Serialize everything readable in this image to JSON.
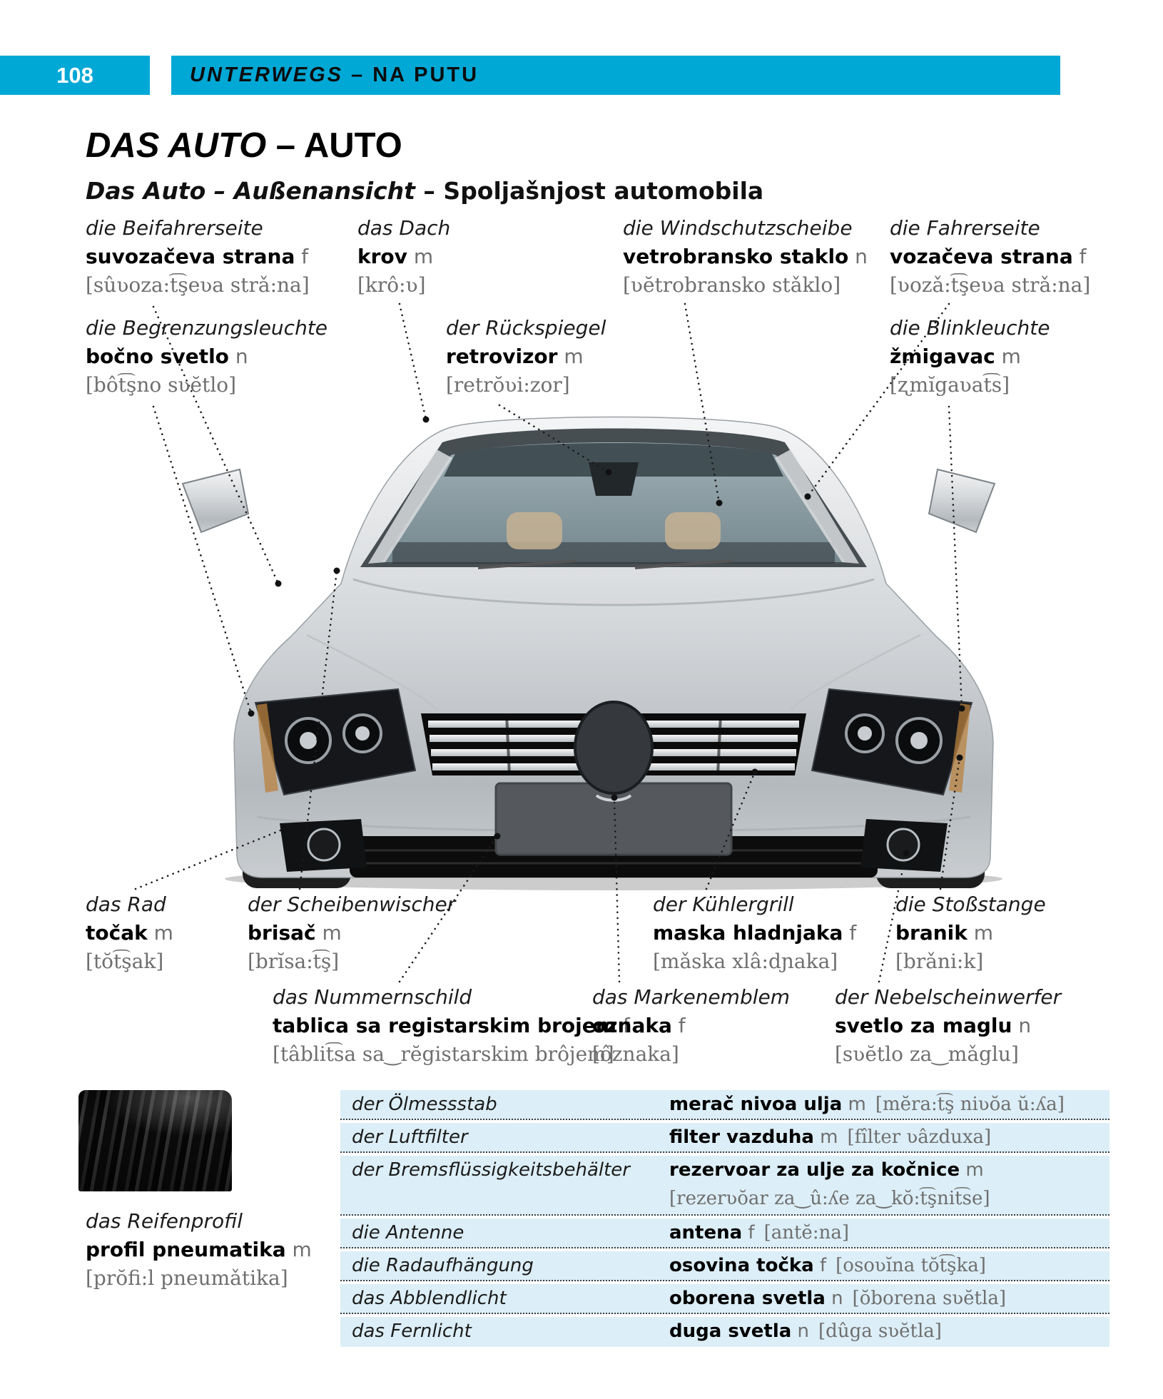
{
  "header": {
    "page_number": "108",
    "section_de": "UNTERWEGS",
    "dash": " – ",
    "section_sr": "NA PUTU"
  },
  "title": {
    "de": "DAS AUTO",
    "dash": " – ",
    "sr": "AUTO"
  },
  "subtitle": {
    "de": "Das Auto – Außenansicht",
    "dash": " – ",
    "sr": "Spoljašnjost automobila"
  },
  "colors": {
    "accent": "#00a8d6",
    "table_bg": "#dceef7",
    "muted_gray": "#6f6f6f",
    "text": "#1a1a1a"
  },
  "diagram_labels": [
    {
      "id": "beifahrerseite",
      "de": "die Beifahrerseite",
      "sr": "suvozačeva strana",
      "gender": "f",
      "ipa": "[sûʋoza:t͡şeʋa strǎ:na]"
    },
    {
      "id": "dach",
      "de": "das Dach",
      "sr": "krov",
      "gender": "m",
      "ipa": "[krô:ʋ]"
    },
    {
      "id": "windschutzscheibe",
      "de": "die Windschutzscheibe",
      "sr": "vetrobransko staklo",
      "gender": "n",
      "ipa": "[ʋĕtrobransko stǎklo]"
    },
    {
      "id": "fahrerseite",
      "de": "die Fahrerseite",
      "sr": "vozačeva strana",
      "gender": "f",
      "ipa": "[ʋozǎ:t͡şeʋa strǎ:na]"
    },
    {
      "id": "begrenzungsleuchte",
      "de": "die Begrenzungsleuchte",
      "sr": "bočno svetlo",
      "gender": "n",
      "ipa": "[bôt͡şno sʋĕtlo]"
    },
    {
      "id": "rueckspiegel",
      "de": "der Rückspiegel",
      "sr": "retrovizor",
      "gender": "m",
      "ipa": "[retrŏʋi:zor]"
    },
    {
      "id": "blinkleuchte",
      "de": "die Blinkleuchte",
      "sr": "žmigavac",
      "gender": "m",
      "ipa": "[ʐmĭgaʋat͡s]"
    },
    {
      "id": "rad",
      "de": "das Rad",
      "sr": "točak",
      "gender": "m",
      "ipa": "[tŏt͡şak]"
    },
    {
      "id": "scheibenwischer",
      "de": "der Scheibenwischer",
      "sr": "brisač",
      "gender": "m",
      "ipa": "[brĭsa:t͡ş]"
    },
    {
      "id": "kuehlergrill",
      "de": "der Kühlergrill",
      "sr": "maska hladnjaka",
      "gender": "f",
      "ipa": "[mǎska xlâ:dɲaka]"
    },
    {
      "id": "stossstange",
      "de": "die Stoßstange",
      "sr": "branik",
      "gender": "m",
      "ipa": "[brǎni:k]"
    },
    {
      "id": "nummernschild",
      "de": "das Nummernschild",
      "sr": "tablica sa registarskim brojem",
      "gender": "f",
      "ipa": "[tâblit͡sa sa‿rĕgistarskim brôjem]"
    },
    {
      "id": "markenemblem",
      "de": "das Markenemblem",
      "sr": "oznaka",
      "gender": "f",
      "ipa": "[ôznaka]"
    },
    {
      "id": "nebelscheinwerfer",
      "de": "der Nebelscheinwerfer",
      "sr": "svetlo za maglu",
      "gender": "n",
      "ipa": "[sʋĕtlo za‿mǎglu]"
    },
    {
      "id": "reifenprofil",
      "de": "das Reifenprofil",
      "sr": "profil pneumatika",
      "gender": "m",
      "ipa": "[prŏfi:l pneumǎtika]"
    }
  ],
  "table_rows": [
    {
      "de": "der Ölmessstab",
      "sr": "merač nivoa ulja",
      "gender": "m",
      "ipa": "[mĕra:t͡ş niʋŏa ŭ:ʎa]",
      "two_line": false
    },
    {
      "de": "der Luftfilter",
      "sr": "filter vazduha",
      "gender": "m",
      "ipa": "[fîlter ʋâzduxa]",
      "two_line": false
    },
    {
      "de": "der Bremsflüssigkeitsbehälter",
      "sr": "rezervoar za ulje za kočnice",
      "gender": "m",
      "ipa": "[rezerʋŏar za‿û:ʎe za‿kŏ:t͡şnit͡se]",
      "two_line": true
    },
    {
      "de": "die Antenne",
      "sr": "antena",
      "gender": "f",
      "ipa": "[antĕ:na]",
      "two_line": false
    },
    {
      "de": "die Radaufhängung",
      "sr": "osovina točka",
      "gender": "f",
      "ipa": "[osoʋĭna tŏt͡şka]",
      "two_line": false
    },
    {
      "de": "das Abblendlicht",
      "sr": "oborena svetla",
      "gender": "n",
      "ipa": "[ŏborena sʋĕtla]",
      "two_line": false
    },
    {
      "de": "das Fernlicht",
      "sr": "duga svetla",
      "gender": "n",
      "ipa": "[dûga sʋĕtla]",
      "two_line": false
    }
  ]
}
